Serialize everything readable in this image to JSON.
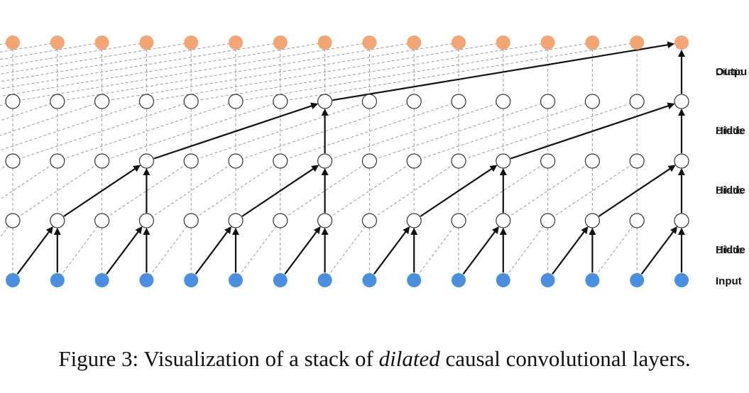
{
  "caption": {
    "prefix": "Figure 3: Visualization of a stack of ",
    "emphasis": "dilated",
    "suffix": " causal convolutional layers."
  },
  "layers": [
    {
      "id": "output",
      "title": "Outpu",
      "subtitle": "Dilatic",
      "node_color": "#f4a571",
      "dilation": 8
    },
    {
      "id": "hidden3",
      "title": "Hidde",
      "subtitle": "Dilatic",
      "node_color": "#ffffff",
      "dilation": 4
    },
    {
      "id": "hidden2",
      "title": "Hidde",
      "subtitle": "Dilatic",
      "node_color": "#ffffff",
      "dilation": 2
    },
    {
      "id": "hidden1",
      "title": "Hidde",
      "subtitle": "Dilatic",
      "node_color": "#ffffff",
      "dilation": 1
    },
    {
      "id": "input",
      "title": "Input",
      "subtitle": "",
      "node_color": "#4a90e2",
      "dilation": 0
    }
  ],
  "nodes_per_layer": 16,
  "colors": {
    "edge_dashed": "#9a9a9a",
    "edge_solid": "#111111",
    "node_stroke_hidden": "#333333"
  }
}
